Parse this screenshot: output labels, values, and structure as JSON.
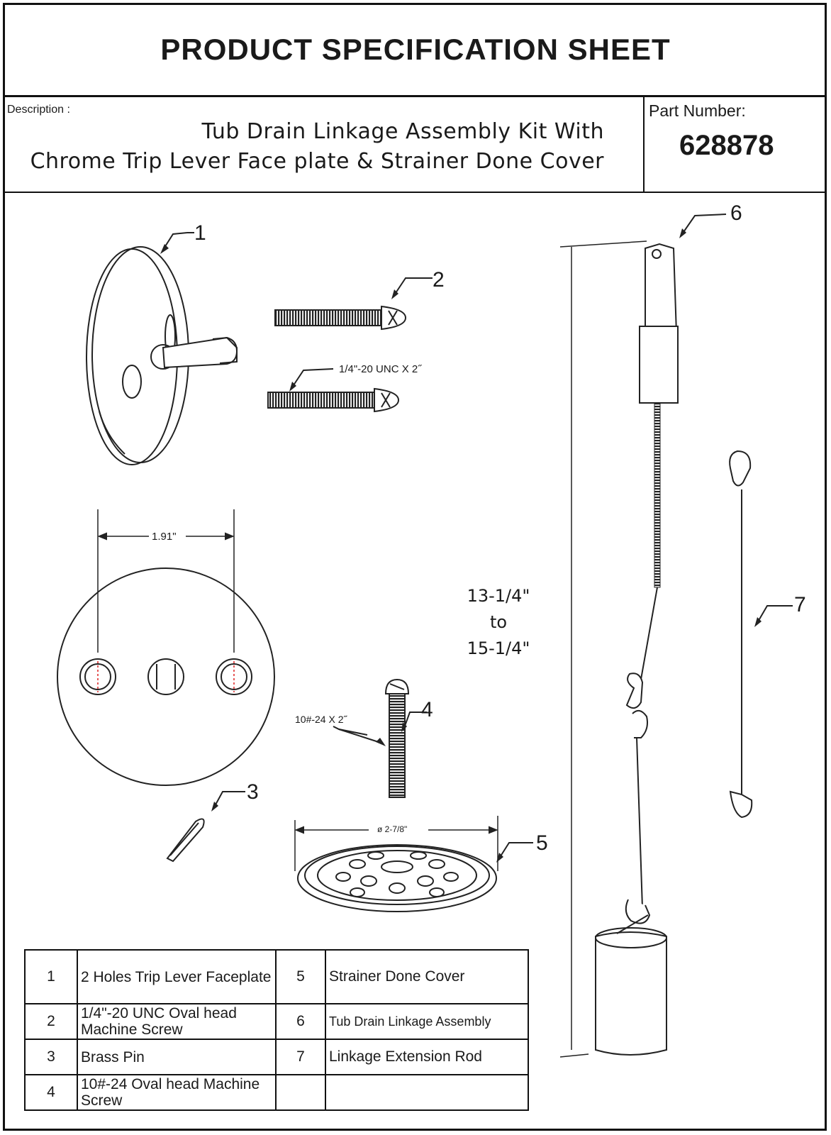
{
  "header": {
    "title": "PRODUCT SPECIFICATION SHEET",
    "description_label": "Description :",
    "description_line1": "Tub Drain Linkage Assembly Kit With",
    "description_line2": "Chrome Trip Lever Face plate & Strainer Done Cover",
    "part_number_label": "Part  Number:",
    "part_number": "628878"
  },
  "callouts": [
    "1",
    "2",
    "3",
    "4",
    "5",
    "6",
    "7"
  ],
  "dimensions": {
    "screw_spec_2": "1/4\"-20 UNC X 2˝",
    "hole_spacing": "1.91\"",
    "screw_spec_4": "10#-24 X 2˝",
    "strainer_diameter": "ø 2-7/8\"",
    "range_line1": "13-1/4\"",
    "range_line2": "to",
    "range_line3": "15-1/4\""
  },
  "parts_table": [
    {
      "num": "1",
      "name": "2  Holes Trip Lever Faceplate",
      "num2": "5",
      "name2": "Strainer Done Cover"
    },
    {
      "num": "2",
      "name": "1/4\"-20 UNC Oval  head Machine Screw",
      "num2": "6",
      "name2": "Tub Drain Linkage Assembly"
    },
    {
      "num": "3",
      "name": "Brass  Pin",
      "num2": "7",
      "name2": "Linkage Extension Rod"
    },
    {
      "num": "4",
      "name": "10#-24 Oval  head Machine Screw",
      "num2": "",
      "name2": ""
    }
  ]
}
